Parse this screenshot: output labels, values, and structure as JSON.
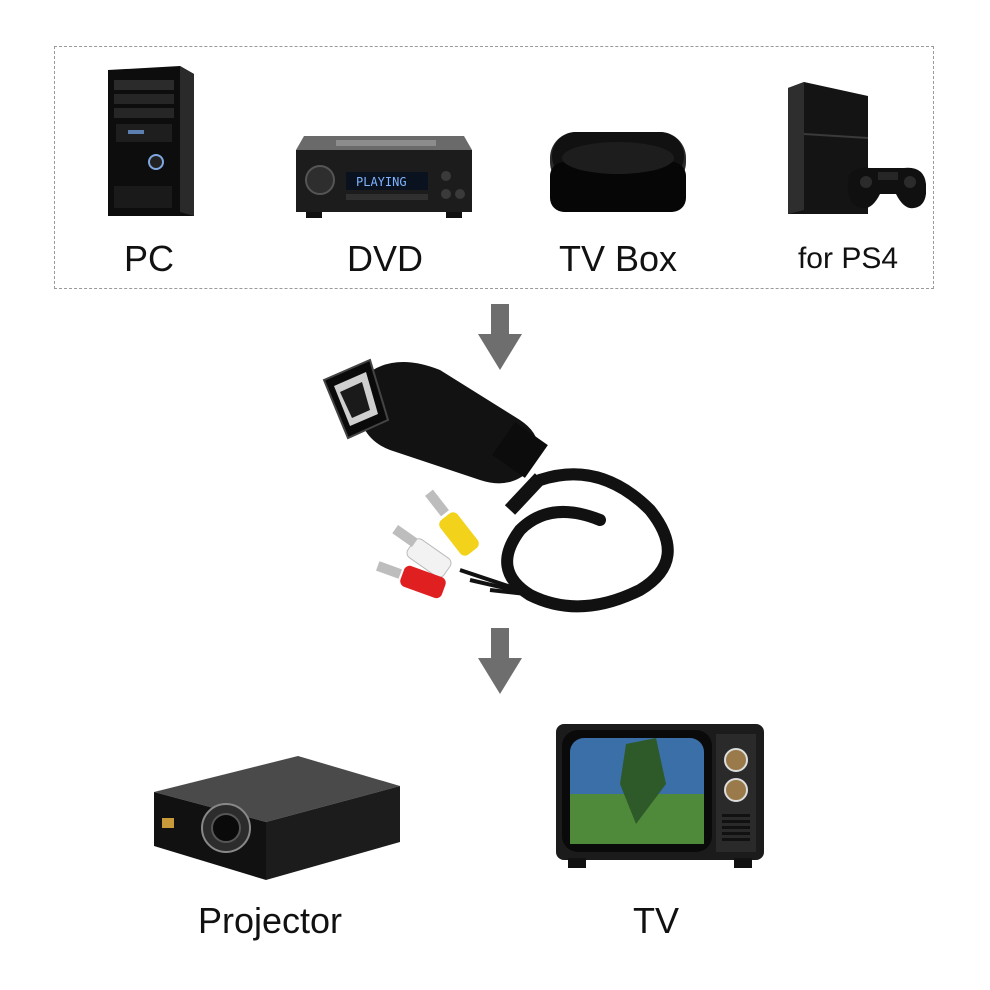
{
  "sources": {
    "pc_label": "PC",
    "dvd_label": "DVD",
    "dvd_display_text": "PLAYING",
    "tvbox_label": "TV Box",
    "ps4_label": "for PS4"
  },
  "outputs": {
    "projector_label": "Projector",
    "tv_label": "TV"
  },
  "colors": {
    "rca_yellow": "#f2d21b",
    "rca_white": "#f2f2f2",
    "rca_red": "#e02020",
    "device_black": "#141414"
  },
  "icons": [
    "pc-tower-icon",
    "dvd-player-icon",
    "tv-box-icon",
    "game-console-icon",
    "arrow-down-icon",
    "hdmi-to-av-adapter-icon",
    "projector-icon",
    "crt-tv-icon"
  ]
}
